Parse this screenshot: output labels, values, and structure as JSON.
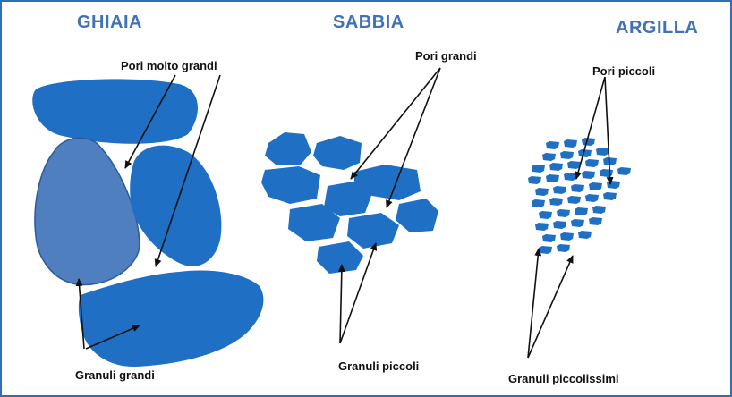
{
  "colors": {
    "frame": "#2f6fb3",
    "heading": "#3f72b6",
    "grain": "#1f6fc4",
    "grain_light": "#4f7fbf",
    "arrow": "#111111"
  },
  "sections": {
    "gravel": {
      "title": "GHIAIA",
      "pores_label": "Pori molto grandi",
      "grains_label": "Granuli grandi"
    },
    "sand": {
      "title": "SABBIA",
      "pores_label": "Pori grandi",
      "grains_label": "Granuli piccoli"
    },
    "clay": {
      "title": "ARGILLA",
      "pores_label": "Pori piccoli",
      "grains_label": "Granuli piccolissimi"
    }
  }
}
